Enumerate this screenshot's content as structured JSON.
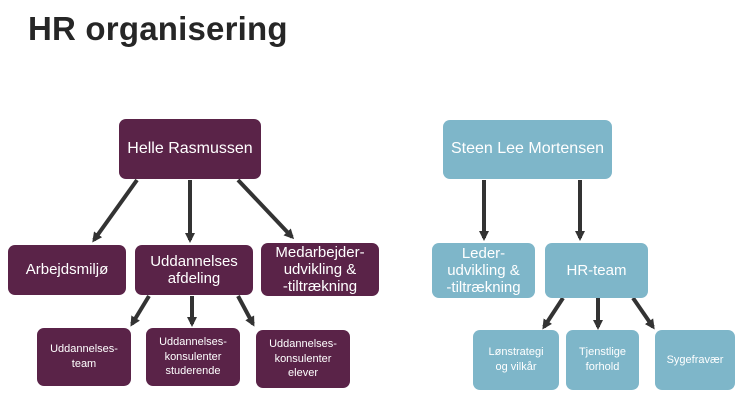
{
  "title": "HR organisering",
  "colors": {
    "purple": "#5a2348",
    "blue": "#7eb6c9",
    "arrow": "#333333"
  },
  "left_tree": {
    "root": "Helle Rasmussen",
    "level1": [
      "Arbejdsmiljø",
      "Uddannelses\nafdeling",
      "Medarbejder-\nudvikling &\n-tiltrækning"
    ],
    "level2": [
      "Uddannelses-\nteam",
      "Uddannelses-\nkonsulenter\nstuderende",
      "Uddannelses-\nkonsulenter\nelever"
    ]
  },
  "right_tree": {
    "root": "Steen Lee  Mortensen",
    "level1": [
      "Leder-\nudvikling &\n-tiltrækning",
      "HR-team"
    ],
    "level2": [
      "Lønstrategi\nog vilkår",
      "Tjenstlige\nforhold",
      "Sygefravær"
    ]
  }
}
